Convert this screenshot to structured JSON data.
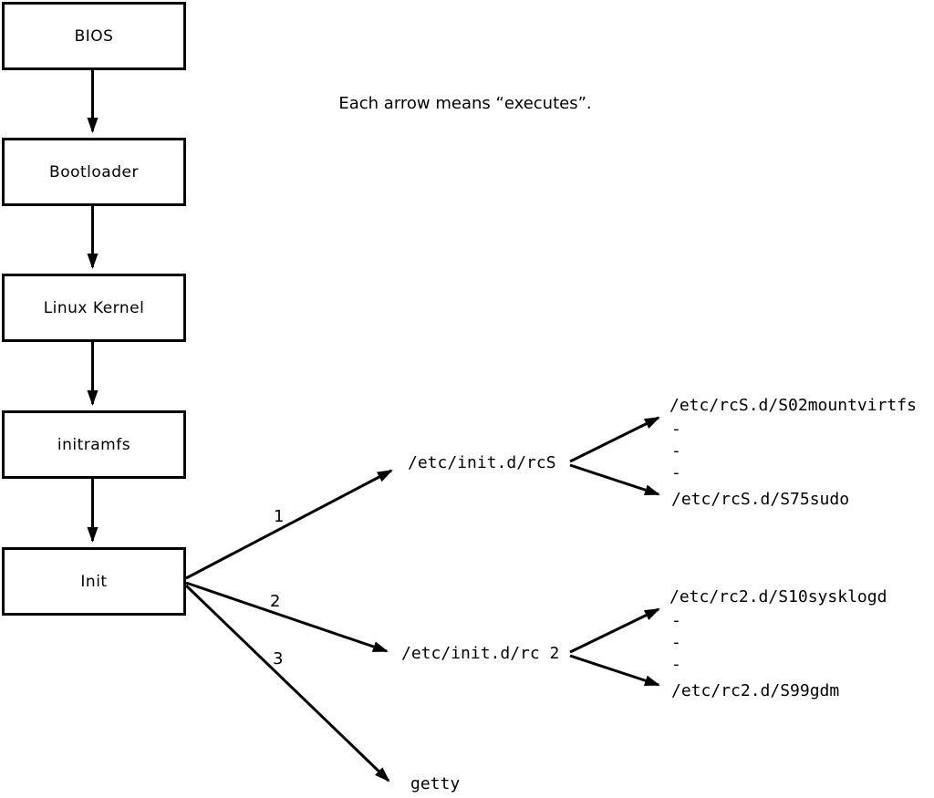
{
  "note": "Each arrow means “executes”.",
  "boxes": [
    {
      "label": "BIOS"
    },
    {
      "label": "Bootloader"
    },
    {
      "label": "Linux Kernel"
    },
    {
      "label": "initramfs"
    },
    {
      "label": "Init"
    }
  ],
  "arrow_numbers": {
    "one": "1",
    "two": "2",
    "three": "3"
  },
  "branches": {
    "rcS": {
      "script": "/etc/init.d/rcS",
      "first": "/etc/rcS.d/S02mountvirtfs",
      "dashes": [
        "-",
        "-",
        "-"
      ],
      "last": "/etc/rcS.d/S75sudo"
    },
    "rc2": {
      "script": "/etc/init.d/rc 2",
      "first": "/etc/rc2.d/S10sysklogd",
      "dashes": [
        "-",
        "-",
        "-"
      ],
      "last": "/etc/rc2.d/S99gdm"
    },
    "getty": {
      "script": "getty"
    }
  },
  "colors": {
    "background": "#ffffff",
    "line": "#000000",
    "text": "#000000"
  }
}
